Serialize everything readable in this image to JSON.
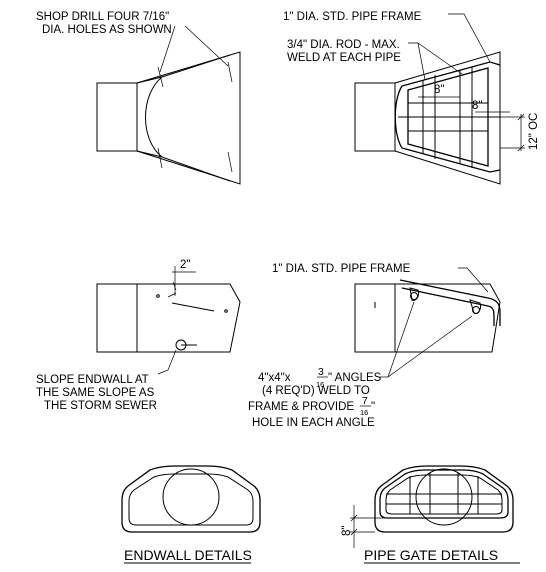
{
  "notes": {
    "shop_drill_line1": "SHOP DRILL FOUR 7/16\"",
    "shop_drill_line2": "DIA. HOLES AS SHOWN",
    "pipe_frame_top": "1\" DIA. STD. PIPE FRAME",
    "rod_line1": "3/4\" DIA. ROD - MAX.",
    "rod_line2": "WELD AT EACH PIPE",
    "dim_8_a": "8\"",
    "dim_8_b": "8\"",
    "dim_12_oc": "12\" OC",
    "dim_2": "2\"",
    "pipe_frame_side": "1\" DIA. STD. PIPE FRAME",
    "slope_line1": "SLOPE ENDWALL AT",
    "slope_line2": "THE SAME SLOPE AS",
    "slope_line3": "THE STORM SEWER",
    "angles_line1_a": "4\"x4\"x ",
    "angles_frac_num": "3",
    "angles_frac_den": "16",
    "angles_line1_b": "\" ANGLES",
    "angles_line2": "(4 REQ'D) WELD TO",
    "angles_line3_a": "FRAME & PROVIDE ",
    "hole_frac_num": "7",
    "hole_frac_den": "16",
    "angles_line3_b": "\"",
    "angles_line4": "HOLE IN EACH ANGLE",
    "dim_8_vert": "8\""
  },
  "titles": {
    "endwall": "ENDWALL DETAILS",
    "pipe_gate": "PIPE GATE DETAILS"
  }
}
